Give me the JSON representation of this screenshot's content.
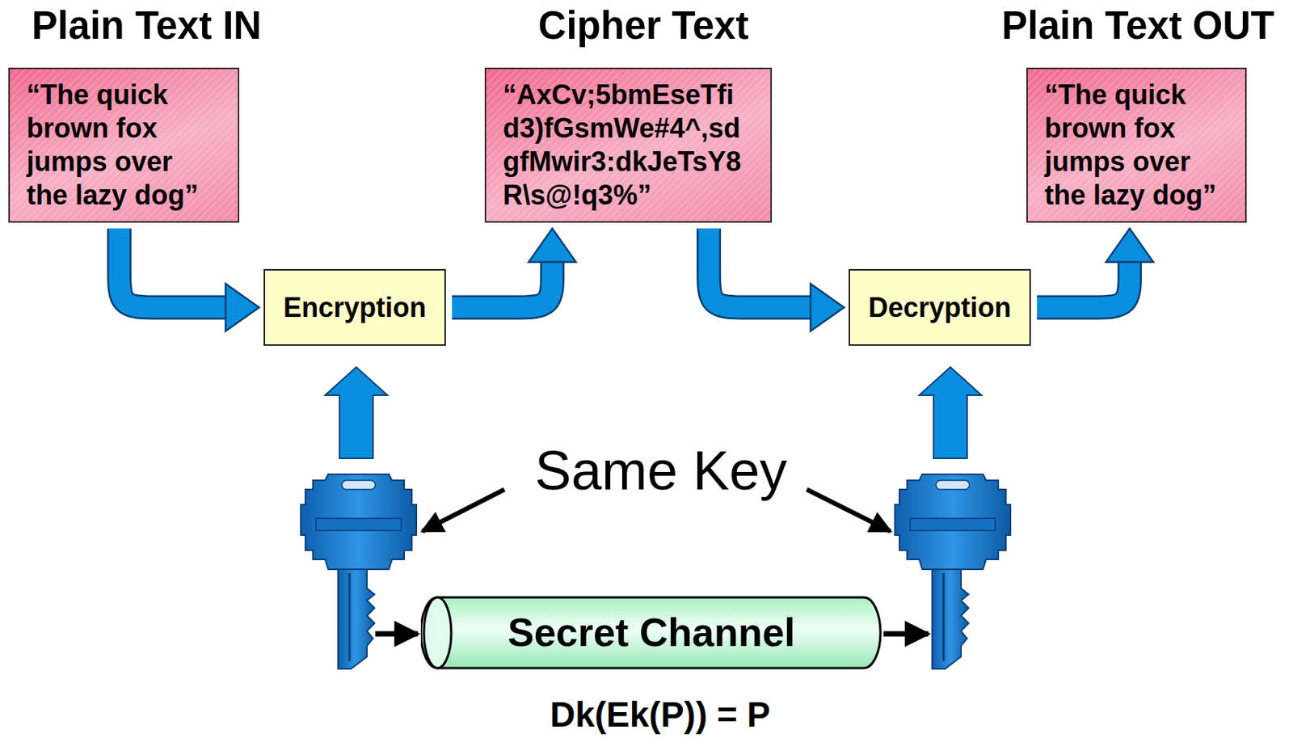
{
  "diagram": {
    "nodes": [
      {
        "text": [
          "Plain Text IN",
          "“The quick brown fox jumps over the lazy dog”"
        ]
      },
      {
        "text": [
          "Encryption"
        ]
      },
      {
        "text": [
          "Cipher Text",
          "“AxCv;5bmEseTfi d3)fGsmWe#4^,sd gfMwir3:dkJeTsY8 R\\s@!q3%”"
        ]
      },
      {
        "text": [
          "Decryption"
        ]
      },
      {
        "text": [
          "Plain Text OUT",
          "“The quick brown fox jumps over the lazy dog”"
        ]
      },
      {
        "text": [
          "Secret Channel"
        ]
      }
    ],
    "edges": [
      {
        "from": 0,
        "to": 1,
        "arrow": "to"
      },
      {
        "from": 1,
        "to": 2,
        "arrow": "to"
      },
      {
        "from": 2,
        "to": 3,
        "arrow": "to"
      },
      {
        "from": 3,
        "to": 4,
        "arrow": "to"
      }
    ],
    "labels": [
      "Same Key",
      "Dk(Ek(P)) = P"
    ]
  }
}
